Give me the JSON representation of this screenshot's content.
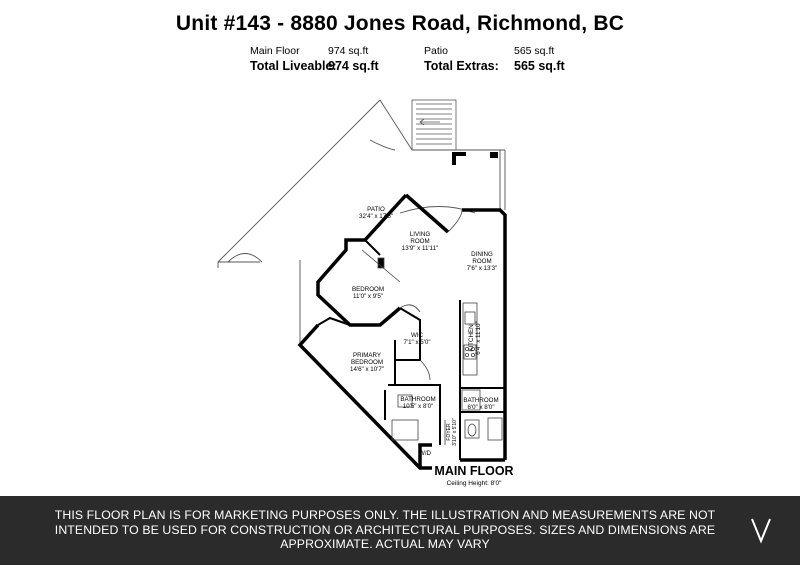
{
  "header": {
    "title": "Unit #143 - 8880 Jones Road, Richmond, BC"
  },
  "stats": {
    "main_floor_label": "Main Floor",
    "main_floor_value": "974 sq.ft",
    "patio_label": "Patio",
    "patio_value": "565 sq.ft",
    "total_liveable_label": "Total Liveable:",
    "total_liveable_value": "974 sq.ft",
    "total_extras_label": "Total Extras:",
    "total_extras_value": "565 sq.ft"
  },
  "rooms": {
    "patio_name": "PATIO",
    "patio_dim": "32'4\" x 17'6\"",
    "living_name_1": "LIVING",
    "living_name_2": "ROOM",
    "living_dim": "13'9\" x 11'11\"",
    "dining_name_1": "DINING",
    "dining_name_2": "ROOM",
    "dining_dim": "7'6\" x 13'3\"",
    "bedroom_name": "BEDROOM",
    "bedroom_dim": "11'0\" x 9'5\"",
    "wic_name": "WIC",
    "wic_dim": "7'1\" x 5'0\"",
    "kitchen_name": "KITCHEN",
    "kitchen_dim": "6'4\" x 11'10\"",
    "primary_name_1": "PRIMARY",
    "primary_name_2": "BEDROOM",
    "primary_dim": "14'6\" x 10'7\"",
    "bath1_name": "BATHROOM",
    "bath1_dim": "10'5\" x 8'0\"",
    "bath2_name": "BATHROOM",
    "bath2_dim": "6'0\" x 8'0\"",
    "foyer_name": "FOYER",
    "foyer_dim": "3'10\" x 5'10\"",
    "wd_label": "W/D"
  },
  "floor": {
    "label": "MAIN FLOOR",
    "ceiling": "Ceiling Height: 8'0\""
  },
  "footer": {
    "disclaimer": "THIS FLOOR PLAN IS FOR MARKETING PURPOSES ONLY. THE ILLUSTRATION AND MEASUREMENTS ARE NOT INTENDED TO BE USED FOR CONSTRUCTION OR ARCHITECTURAL PURPOSES. SIZES AND DIMENSIONS ARE APPROXIMATE. ACTUAL MAY VARY",
    "logo_icon": "v-logo-icon",
    "background": "#2b2b2b"
  }
}
